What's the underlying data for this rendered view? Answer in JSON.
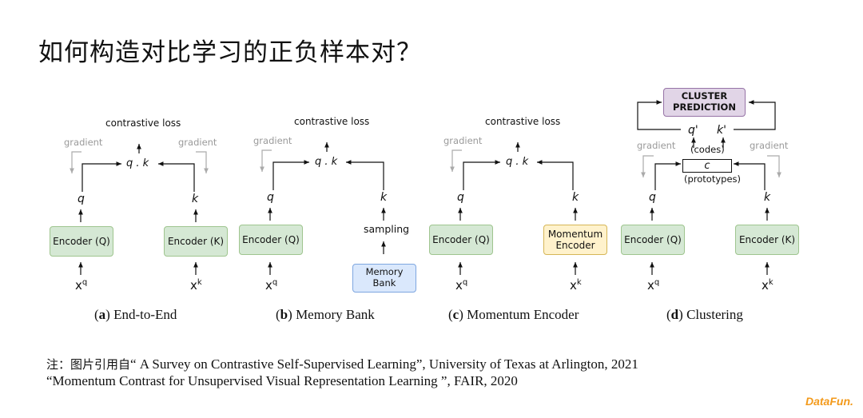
{
  "title": "如何构造对比学习的正负样本对？",
  "panels": {
    "a": {
      "loss": "contrastive loss",
      "qk": "q . k",
      "grad_left": "gradient",
      "grad_right": "gradient",
      "q": "q",
      "k": "k",
      "enc_left": "Encoder (Q)",
      "enc_right": "Encoder (K)",
      "x_left": "x",
      "x_left_sup": "q",
      "x_right": "x",
      "x_right_sup": "k",
      "cap_letter": "a",
      "cap_text": "End-to-End"
    },
    "b": {
      "loss": "contrastive loss",
      "qk": "q . k",
      "grad_left": "gradient",
      "q": "q",
      "k": "k",
      "enc_left": "Encoder (Q)",
      "sampling": "sampling",
      "bank": "Memory Bank",
      "x_left": "x",
      "x_left_sup": "q",
      "cap_letter": "b",
      "cap_text": "Memory Bank"
    },
    "c": {
      "loss": "contrastive loss",
      "qk": "q . k",
      "grad_left": "gradient",
      "q": "q",
      "k": "k",
      "enc_left": "Encoder (Q)",
      "enc_right_1": "Momentum",
      "enc_right_2": "Encoder",
      "x_left": "x",
      "x_left_sup": "q",
      "x_right": "x",
      "x_right_sup": "k",
      "cap_letter": "c",
      "cap_text": "Momentum Encoder"
    },
    "d": {
      "cluster_1": "CLUSTER",
      "cluster_2": "PREDICTION",
      "q_prime": "q'",
      "k_prime": "k'",
      "codes": "(codes)",
      "proto_c": "c",
      "prototypes": "(prototypes)",
      "grad_left": "gradient",
      "grad_right": "gradient",
      "q": "q",
      "k": "k",
      "enc_left": "Encoder (Q)",
      "enc_right": "Encoder (K)",
      "x_left": "x",
      "x_left_sup": "q",
      "x_right": "x",
      "x_right_sup": "k",
      "cap_letter": "d",
      "cap_text": "Clustering"
    }
  },
  "notes": {
    "line1_prefix": "注：图片引用自",
    "line1_rest": "“ A Survey on Contrastive Self-Supervised Learning”, University of Texas at Arlington, 2021",
    "line2": "“Momentum Contrast for Unsupervised Visual Representation Learning ”, FAIR, 2020"
  },
  "logo": "DataFun."
}
